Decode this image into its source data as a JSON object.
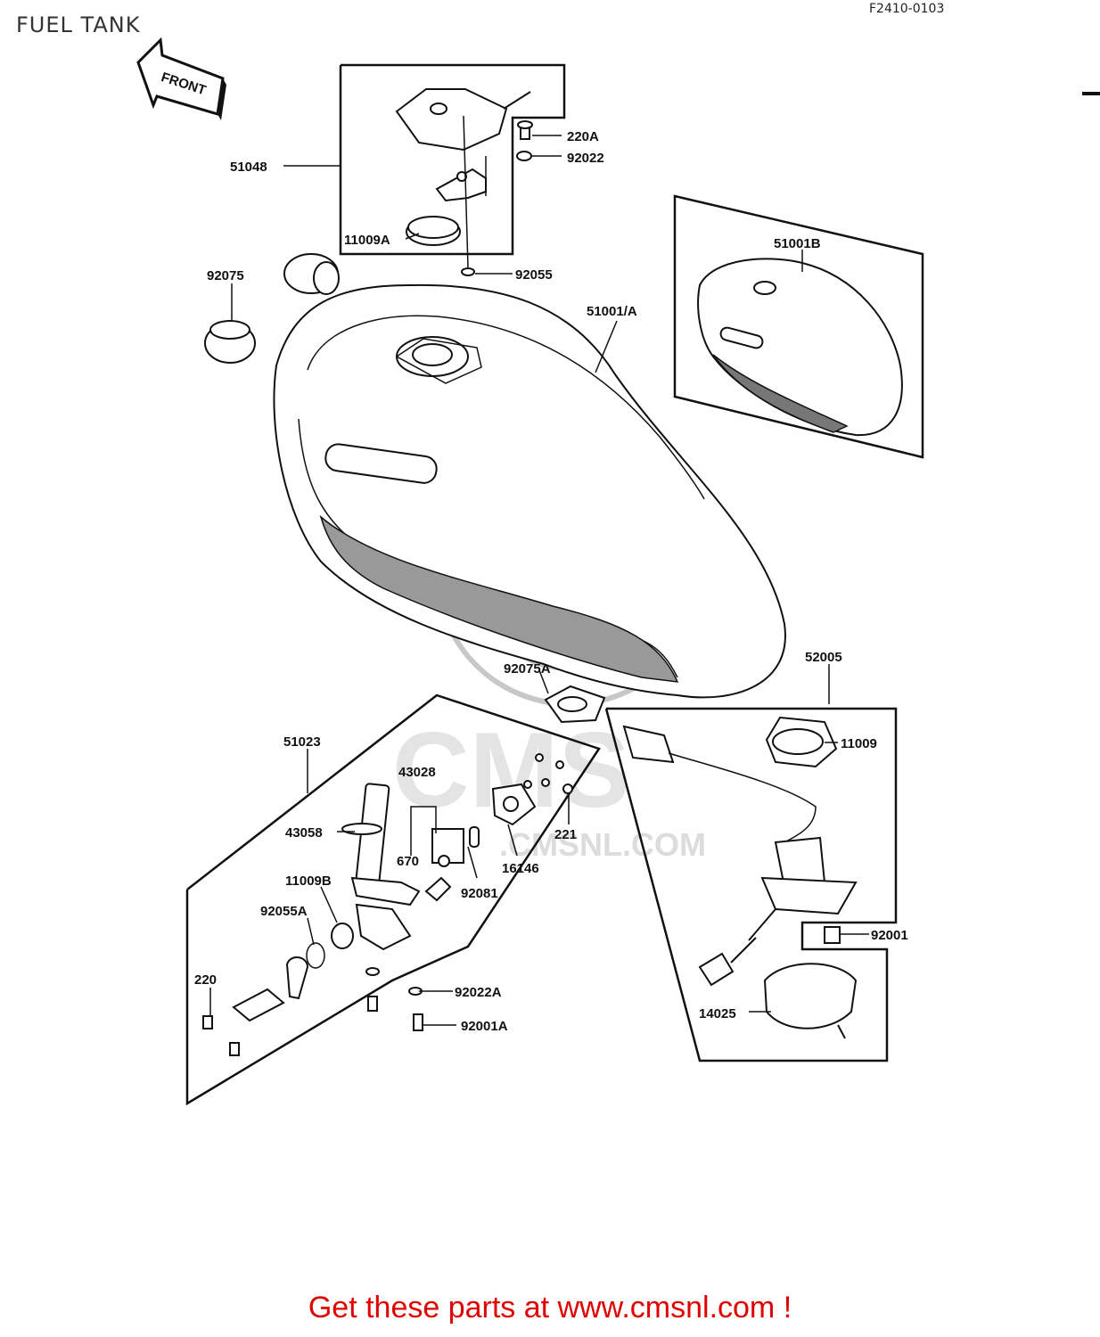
{
  "header": {
    "title": "FUEL TANK",
    "code": "F2410-0103"
  },
  "front_arrow": {
    "label": "FRONT"
  },
  "watermark": {
    "text": ".CMSNL.COM",
    "letters": "CMS"
  },
  "parts": {
    "p51048": "51048",
    "p220A": "220A",
    "p92022": "92022",
    "p11009A": "11009A",
    "p92075": "92075",
    "p92055": "92055",
    "p51001B": "51001B",
    "p51001A": "51001/A",
    "p92075A": "92075A",
    "p52005": "52005",
    "p11009": "11009",
    "p51023": "51023",
    "p43028": "43028",
    "p43058": "43058",
    "p670": "670",
    "p221": "221",
    "p16146": "16146",
    "p11009B": "11009B",
    "p92081": "92081",
    "p92055A": "92055A",
    "p92001": "92001",
    "p220": "220",
    "p92022A": "92022A",
    "p14025": "14025",
    "p92001A": "92001A"
  },
  "footer": {
    "text": "Get these parts at www.cmsnl.com !"
  }
}
